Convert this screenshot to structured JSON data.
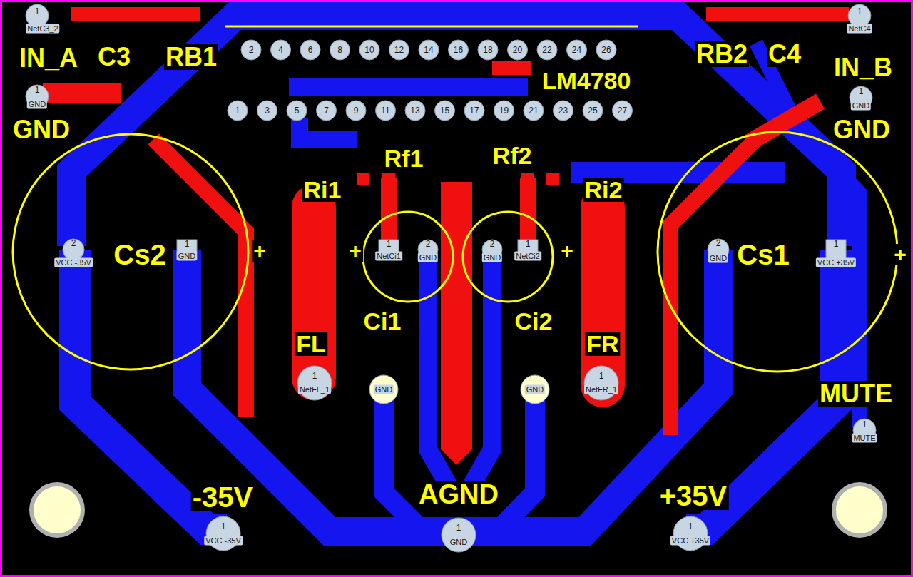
{
  "diagram": {
    "labels": [
      "IN_A",
      "C3",
      "RB1",
      "LM4780",
      "RB2",
      "C4",
      "IN_B",
      "GND",
      "GND",
      "Rf1",
      "Rf2",
      "Ri1",
      "Ri2",
      "Cs2",
      "Cs1",
      "+",
      "+",
      "+",
      "+",
      "Ci1",
      "Ci2",
      "FL",
      "FR",
      "MUTE",
      "-35V",
      "AGND",
      "+35V",
      "1",
      "GND",
      "1",
      "GND",
      "2",
      "VCC -35V",
      "1",
      "GND",
      "1",
      "NetCi1",
      "2",
      "GND",
      "2",
      "GND",
      "1",
      "NetCi2",
      "2",
      "GND",
      "1",
      "VCC +35V",
      "1",
      "NetFL_1",
      "GND",
      "GND",
      "1",
      "NetFR_1",
      "1",
      "MUTE",
      "1",
      "VCC -35V",
      "1",
      "GND",
      "1",
      "VCC +35V",
      "1",
      "NetC3_2",
      "1",
      "NetC4",
      "2",
      "4",
      "6",
      "8",
      "10",
      "12",
      "14",
      "16",
      "18",
      "20",
      "22",
      "24",
      "26",
      "1",
      "3",
      "5",
      "7",
      "9",
      "11",
      "13",
      "15",
      "17",
      "19",
      "21",
      "23",
      "25",
      "27"
    ]
  }
}
